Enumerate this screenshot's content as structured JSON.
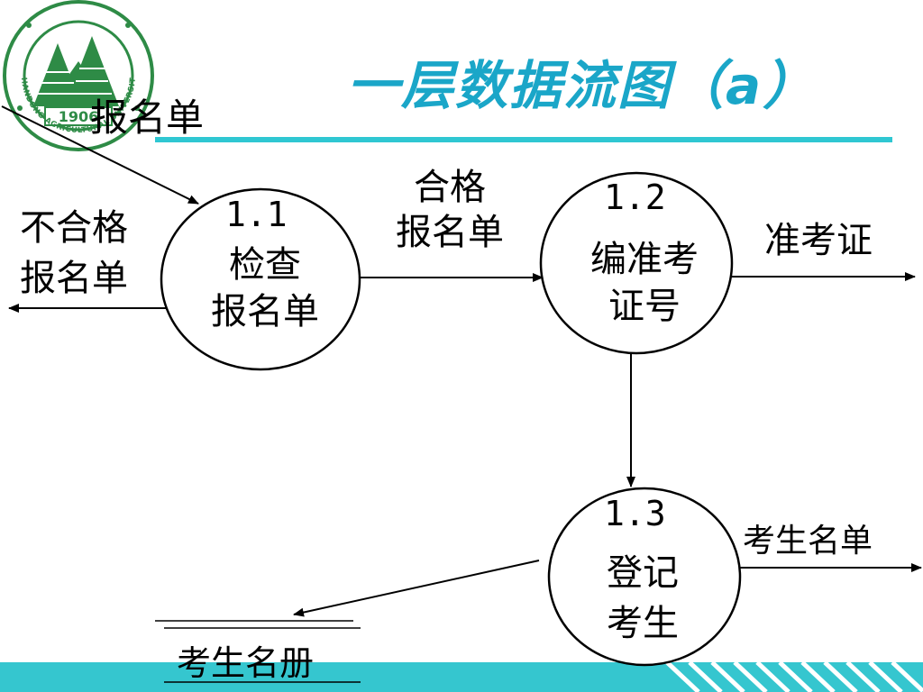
{
  "colors": {
    "title": "#1aa6c8",
    "title_rule": "#2fc7d2",
    "bottom_band": "#35c6cf",
    "logo_green": "#2e8b46",
    "ink": "#000000"
  },
  "header": {
    "title": "一层数据流图（a）",
    "logo": {
      "icon": "university-seal-icon",
      "year": "1906",
      "arc_text": "SHANDONG AGRICULTURAL UNIVERSITY"
    }
  },
  "diagram": {
    "processes": [
      {
        "id": "1.1",
        "name_lines": [
          "检查",
          "报名单"
        ]
      },
      {
        "id": "1.2",
        "name_lines": [
          "编准考",
          "证号"
        ]
      },
      {
        "id": "1.3",
        "name_lines": [
          "登记",
          "考生"
        ]
      }
    ],
    "flows": {
      "input": "报名单",
      "rejected": [
        "不合格",
        "报名单"
      ],
      "qualified": [
        "合格",
        "报名单"
      ],
      "admission_ticket": "准考证",
      "candidate_list": "考生名单"
    },
    "data_store": {
      "label": "考生名册"
    }
  }
}
